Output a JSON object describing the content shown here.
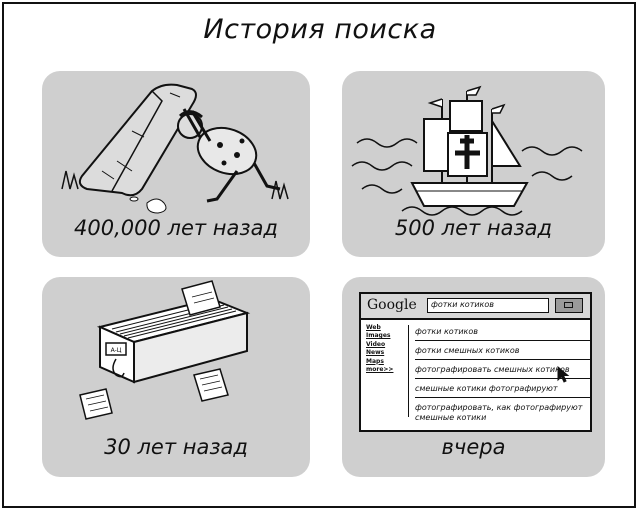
{
  "title": "История поиска",
  "panels": {
    "stone_age": {
      "caption": "400,000 лет назад",
      "scene_icon": "caveman-lifting-rock-icon"
    },
    "ship_age": {
      "caption": "500 лет назад",
      "scene_icon": "sailing-ship-icon"
    },
    "card_catalog": {
      "caption": "30 лет назад",
      "scene_icon": "card-catalog-drawer-icon",
      "drawer_label": "A-Ц"
    },
    "google": {
      "caption": "вчера",
      "logo": "Google",
      "search_value": "фотки котиков",
      "sidebar": [
        "Web",
        "Images",
        "Video",
        "News",
        "Maps",
        "more>>"
      ],
      "results": [
        "фотки котиков",
        "фотки смешных котиков",
        "фотографировать смешных котиков",
        "смешные котики фотографируют",
        "фотографировать, как фотографируют смешные котики"
      ]
    }
  },
  "colors": {
    "panel_bg": "#cfcfcf",
    "ink": "#111111",
    "paper": "#ffffff"
  }
}
